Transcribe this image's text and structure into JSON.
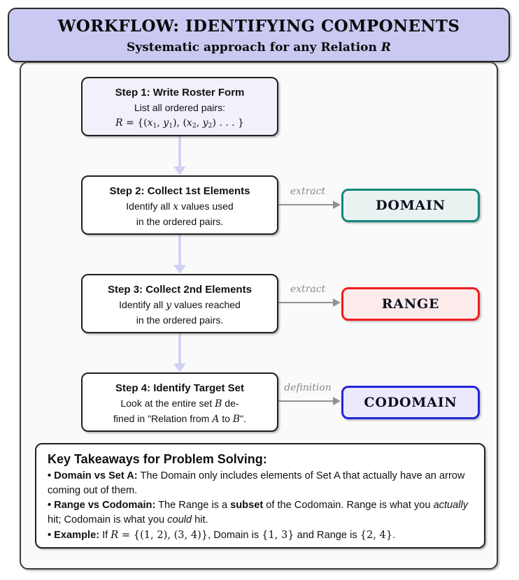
{
  "colors": {
    "header_bg": "#C9C9F2",
    "flow_arrow": "#D2D2F6",
    "connector_gray": "#929292",
    "domain_border": "#17857A",
    "domain_fill": "#E8F3F1",
    "range_border": "#F11C1C",
    "range_fill": "#FCEBEB",
    "codomain_border": "#2424DA",
    "codomain_fill": "#EAEAFC"
  },
  "header": {
    "title": "WORKFLOW: IDENTIFYING COMPONENTS",
    "subtitle": [
      {
        "t": "Systematic approach for any Relation "
      },
      {
        "t": "R",
        "c": "mathvar"
      }
    ]
  },
  "steps": [
    {
      "title": "Step 1: Write Roster Form",
      "lines": [
        [
          {
            "t": "List all ordered pairs:"
          }
        ],
        [
          {
            "t": "R",
            "c": "mathvar"
          },
          {
            "t": " = {(",
            "c": "math"
          },
          {
            "t": "x",
            "c": "mathvar"
          },
          {
            "t": "1",
            "c": "mathsub"
          },
          {
            "t": ", ",
            "c": "math"
          },
          {
            "t": "y",
            "c": "mathvar"
          },
          {
            "t": "1",
            "c": "mathsub"
          },
          {
            "t": "), (",
            "c": "math"
          },
          {
            "t": "x",
            "c": "mathvar"
          },
          {
            "t": "2",
            "c": "mathsub"
          },
          {
            "t": ", ",
            "c": "math"
          },
          {
            "t": "y",
            "c": "mathvar"
          },
          {
            "t": "2",
            "c": "mathsub"
          },
          {
            "t": ") . . . }",
            "c": "math"
          }
        ]
      ]
    },
    {
      "title": "Step 2: Collect 1st Elements",
      "lines": [
        [
          {
            "t": "Identify all "
          },
          {
            "t": "x",
            "c": "mathvar"
          },
          {
            "t": " values used"
          }
        ],
        [
          {
            "t": "in the ordered pairs."
          }
        ]
      ]
    },
    {
      "title": "Step 3: Collect 2nd Elements",
      "lines": [
        [
          {
            "t": "Identify all "
          },
          {
            "t": "y",
            "c": "mathvar"
          },
          {
            "t": " values reached"
          }
        ],
        [
          {
            "t": "in the ordered pairs."
          }
        ]
      ]
    },
    {
      "title": "Step 4: Identify Target Set",
      "lines": [
        [
          {
            "t": "Look at the entire set "
          },
          {
            "t": "B",
            "c": "mathvar"
          },
          {
            "t": " de-"
          }
        ],
        [
          {
            "t": "fined in \"Relation from "
          },
          {
            "t": "A",
            "c": "mathvar"
          },
          {
            "t": " to "
          },
          {
            "t": "B",
            "c": "mathvar"
          },
          {
            "t": "\"."
          }
        ]
      ]
    }
  ],
  "outputs": [
    {
      "label": "DOMAIN",
      "connector_label": "extract"
    },
    {
      "label": "RANGE",
      "connector_label": "extract"
    },
    {
      "label": "CODOMAIN",
      "connector_label": "definition"
    }
  ],
  "takeaways": {
    "heading": "Key Takeaways for Problem Solving:",
    "bullets": [
      [
        {
          "t": "• Domain vs Set A:",
          "c": "bold"
        },
        {
          "t": " The Domain only includes elements of Set A that actually have an arrow coming out of them."
        }
      ],
      [
        {
          "t": "• Range vs Codomain:",
          "c": "bold"
        },
        {
          "t": " The Range is a "
        },
        {
          "t": "subset",
          "c": "bold"
        },
        {
          "t": " of the Codomain. Range is what you "
        },
        {
          "t": "actually",
          "c": "italic"
        },
        {
          "t": " hit; Codomain is what you "
        },
        {
          "t": "could",
          "c": "italic"
        },
        {
          "t": " hit."
        }
      ],
      [
        {
          "t": "• Example:",
          "c": "bold"
        },
        {
          "t": " If "
        },
        {
          "t": "R",
          "c": "mathvar"
        },
        {
          "t": " = {(1, 2), (3, 4)}",
          "c": "math"
        },
        {
          "t": ", Domain is "
        },
        {
          "t": "{1, 3}",
          "c": "math"
        },
        {
          "t": " and Range is "
        },
        {
          "t": "{2, 4}",
          "c": "math"
        },
        {
          "t": "."
        }
      ]
    ]
  }
}
